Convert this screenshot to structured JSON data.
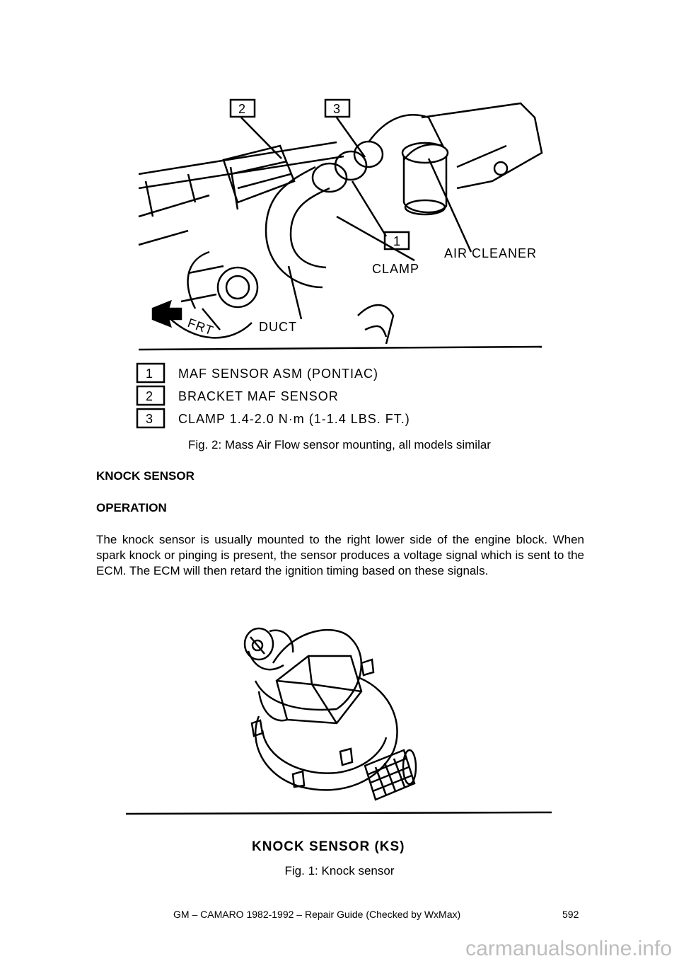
{
  "figure2": {
    "callouts": {
      "c1": "1",
      "c2": "2",
      "c3": "3"
    },
    "labels": {
      "air_cleaner": "AIR CLEANER",
      "clamp": "CLAMP",
      "duct": "DUCT",
      "frt": "FRT"
    },
    "legend": [
      {
        "num": "1",
        "text": "MAF SENSOR ASM (PONTIAC)"
      },
      {
        "num": "2",
        "text": "BRACKET MAF SENSOR"
      },
      {
        "num": "3",
        "text": "CLAMP 1.4-2.0 N·m (1-1.4 LBS. FT.)"
      }
    ],
    "caption": "Fig. 2: Mass Air Flow sensor mounting, all models similar"
  },
  "section": {
    "heading": "KNOCK SENSOR",
    "subheading": "OPERATION",
    "paragraph": "The knock sensor is usually mounted to the right lower side of the engine block. When spark knock or pinging is present, the sensor produces a voltage signal which is sent to the ECM. The ECM will then retard the ignition timing based on these signals."
  },
  "figure1": {
    "label": "KNOCK SENSOR (KS)",
    "caption": "Fig. 1: Knock sensor"
  },
  "footer": {
    "title": "GM – CAMARO 1982-1992 – Repair Guide (Checked by WxMax)",
    "page": "592"
  },
  "watermark": "carmanualsonline.info"
}
